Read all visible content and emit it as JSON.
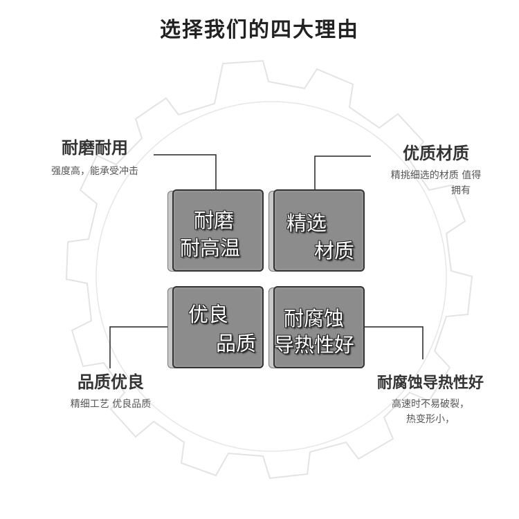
{
  "title": "选择我们的四大理由",
  "tiles": [
    {
      "line1": "耐磨",
      "line2": "耐高温"
    },
    {
      "line1": "精选",
      "line2": "材质"
    },
    {
      "line1": "优良",
      "line2": "品质"
    },
    {
      "line1": "耐腐蚀",
      "line2": "导热性好"
    }
  ],
  "features": [
    {
      "heading": "耐磨耐用",
      "desc": "强度高，能承受冲击"
    },
    {
      "heading": "优质材质",
      "desc1": "精挑细选的材质 值得",
      "desc2": "拥有"
    },
    {
      "heading": "品质优良",
      "desc": "精细工艺 优良品质"
    },
    {
      "heading": "耐腐蚀导热性好",
      "desc1": "高速时不易破裂，",
      "desc2": "热变形小，"
    }
  ]
}
